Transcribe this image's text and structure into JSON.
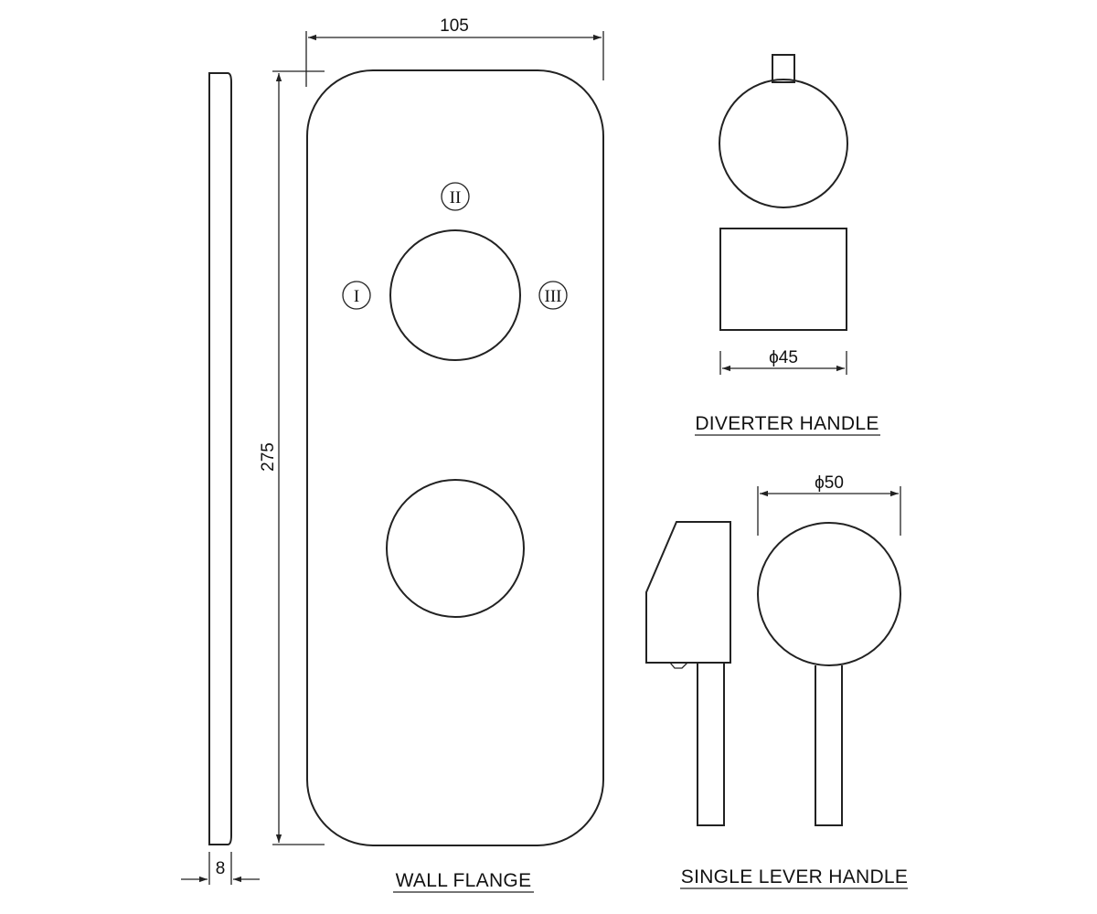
{
  "dimensions": {
    "flange_width": "105",
    "flange_height": "275",
    "flange_thickness": "8",
    "diverter_diameter": "ϕ45",
    "lever_diameter": "ϕ50"
  },
  "positions": {
    "pos_1": "I",
    "pos_2": "II",
    "pos_3": "III"
  },
  "labels": {
    "wall_flange": "WALL FLANGE",
    "diverter_handle": "DIVERTER HANDLE",
    "single_lever_handle": "SINGLE LEVER HANDLE"
  },
  "colors": {
    "line": "#222222",
    "background": "#ffffff"
  }
}
